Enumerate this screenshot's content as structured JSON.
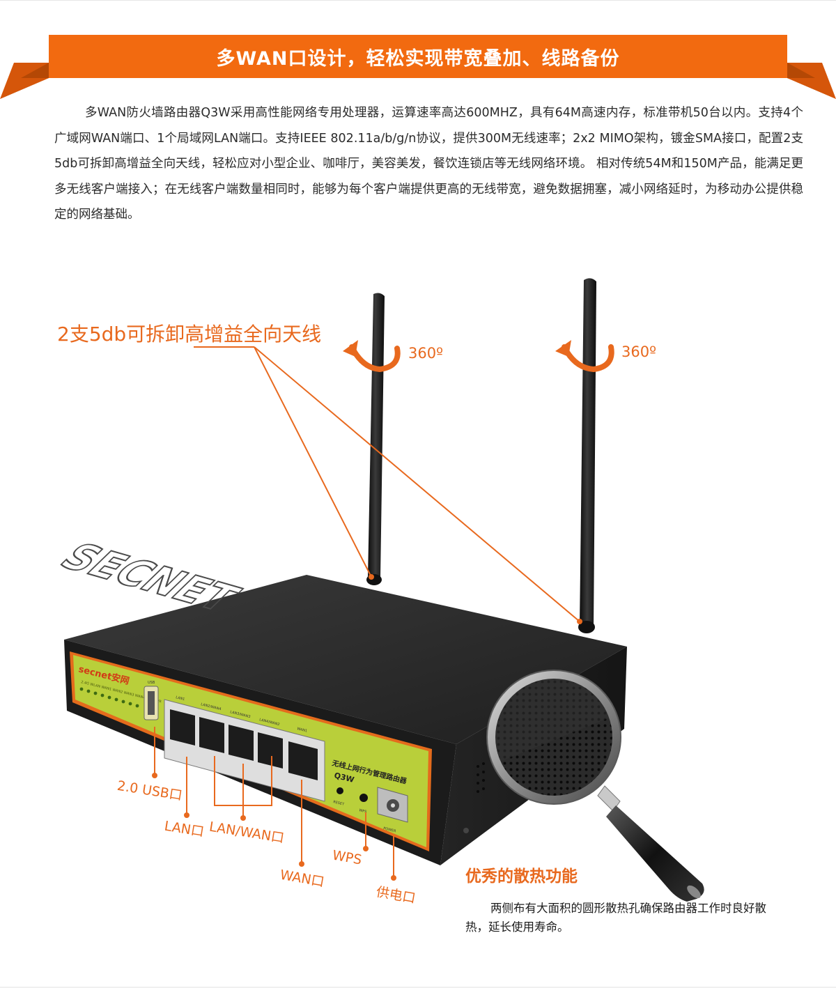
{
  "banner": {
    "title": "多WAN口设计，轻松实现带宽叠加、线路备份"
  },
  "intro": {
    "text": "多WAN防火墙路由器Q3W采用高性能网络专用处理器，运算速率高达600MHZ，具有64M高速内存，标准带机50台以内。支持4个广域网WAN端口、1个局域网LAN端口。支持IEEE 802.11a/b/g/n协议，提供300M无线速率；2x2 MIMO架构，镀金SMA接口，配置2支5db可拆卸高增益全向天线，轻松应对小型企业、咖啡厅，美容美发，餐饮连锁店等无线网络环境。 相对传统54M和150M产品，能满足更多无线客户端接入；在无线客户端数量相同时，能够为每个客户端提供更高的无线带宽，避免数据拥塞，减小网络延时，为移动办公提供稳定的网络基础。"
  },
  "antenna": {
    "callout": "2支5db可拆卸高增益全向天线",
    "rotation_left": "360º",
    "rotation_right": "360º"
  },
  "device": {
    "top_logo": "SECNET",
    "front_brand": "secnet安网",
    "usb_label": "USB",
    "front_title": "无线上网行为管理路由器",
    "model": "Q3W",
    "reset_label": "RESET",
    "wps_label": "WPS",
    "power_label": "POWER",
    "led_labels": "2.4G WLAN WAN1 WAN2 WAN3 WAN4 SYS PWR",
    "port_labels": [
      "LAN1",
      "LAN2/WAN4",
      "LAN3/WAN3",
      "LAN4/WAN2",
      "WAN1"
    ]
  },
  "ports": {
    "usb": "2.0 USB口",
    "lan": "LAN口",
    "lan_wan": "LAN/WAN口",
    "wan": "WAN口",
    "wps": "WPS",
    "power": "供电口"
  },
  "heat": {
    "title": "优秀的散热功能",
    "text": "两侧布有大面积的圆形散热孔确保路由器工作时良好散热，延长使用寿命。"
  },
  "colors": {
    "accent": "#e8691e",
    "banner": "#f26a10",
    "banner_dark": "#c24e07",
    "device_body": "#2c2c2c",
    "front_panel": "#b9cf3a"
  }
}
